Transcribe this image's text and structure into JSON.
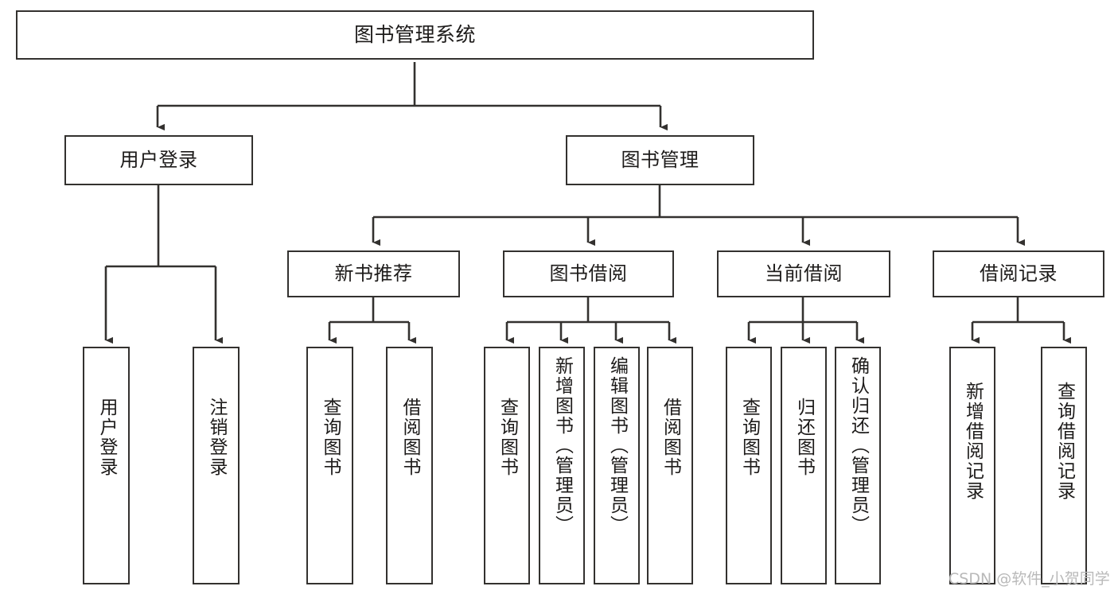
{
  "diagram": {
    "title": "图书管理系统",
    "type": "functional-structure-tree",
    "watermark": "CSDN @软件_小贺同学",
    "colors": {
      "stroke": "#33312f",
      "fill": "#ffffff",
      "text": "#1d1b1a",
      "watermark": "#b9b9b9"
    },
    "nodes": {
      "root": {
        "label": "图书管理系统"
      },
      "level2": [
        {
          "id": "user-login",
          "label": "用户登录"
        },
        {
          "id": "book-manage",
          "label": "图书管理"
        }
      ],
      "level3": [
        {
          "id": "new-book-recommend",
          "label": "新书推荐"
        },
        {
          "id": "book-borrow",
          "label": "图书借阅"
        },
        {
          "id": "current-borrow",
          "label": "当前借阅"
        },
        {
          "id": "borrow-record",
          "label": "借阅记录"
        }
      ],
      "leaves": {
        "user-login": [
          {
            "id": "leaf-user-login",
            "label": "用户登录"
          },
          {
            "id": "leaf-logout-login",
            "label": "注销登录"
          }
        ],
        "new-book-recommend": [
          {
            "id": "leaf-query-book-1",
            "label": "查询图书"
          },
          {
            "id": "leaf-borrow-book-1",
            "label": "借阅图书"
          }
        ],
        "book-borrow": [
          {
            "id": "leaf-query-book-2",
            "label": "查询图书"
          },
          {
            "id": "leaf-add-book",
            "label": "新增图书（管理员）"
          },
          {
            "id": "leaf-edit-book",
            "label": "编辑图书（管理员）"
          },
          {
            "id": "leaf-borrow-book-2",
            "label": "借阅图书"
          }
        ],
        "current-borrow": [
          {
            "id": "leaf-query-book-3",
            "label": "查询图书"
          },
          {
            "id": "leaf-return-book",
            "label": "归还图书"
          },
          {
            "id": "leaf-confirm-return",
            "label": "确认归还（管理员）"
          }
        ],
        "borrow-record": [
          {
            "id": "leaf-add-record",
            "label": "新增借阅记录"
          },
          {
            "id": "leaf-query-record",
            "label": "查询借阅记录"
          }
        ]
      }
    }
  }
}
